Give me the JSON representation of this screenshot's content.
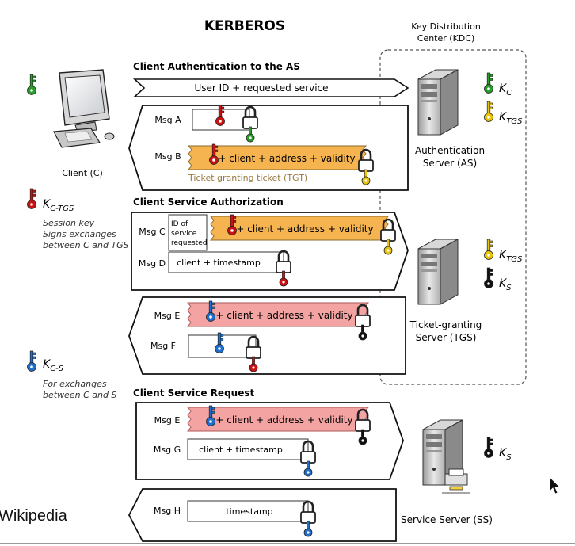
{
  "title": "KERBEROS",
  "kdc_label": [
    "Key Distribution",
    "Center (KDC)"
  ],
  "sections": {
    "as": "Client Authentication to the AS",
    "tgs": "Client Service Authorization",
    "ss": "Client Service Request"
  },
  "arrow1_text": "User ID + requested service",
  "msgs": {
    "A": "Msg A",
    "B": "Msg B",
    "C": "Msg C",
    "D": "Msg D",
    "E1": "Msg E",
    "F": "Msg F",
    "E2": "Msg E",
    "G": "Msg G",
    "H": "Msg H"
  },
  "ticket_text": "+ client + address + validity",
  "tgt_label": "Ticket granting ticket (TGT)",
  "service_id": [
    "ID of",
    "service",
    "requested"
  ],
  "client_timestamp": "client + timestamp",
  "timestamp": "timestamp",
  "client": {
    "label": "Client (C)",
    "session_key": "K",
    "session_key_sub": "C-TGS",
    "session_desc": [
      "Session key",
      "Signs exchanges",
      "between C and TGS"
    ],
    "cs_key": "K",
    "cs_key_sub": "C-S",
    "cs_desc": [
      "For exchanges",
      "between C and S"
    ]
  },
  "servers": {
    "as_label": [
      "Authentication",
      "Server (AS)"
    ],
    "tgs_label": [
      "Ticket-granting",
      "Server (TGS)"
    ],
    "ss_label": "Service Server (SS)"
  },
  "keys": {
    "kc": "K",
    "kc_sub": "C",
    "ktgs": "K",
    "ktgs_sub": "TGS",
    "ks": "K",
    "ks_sub": "S"
  },
  "watermark": "Wikipedia",
  "colors": {
    "green": "#2a9d2a",
    "yellow": "#e8c40c",
    "red": "#cc1111",
    "blue": "#1f6fd1",
    "black": "#111111",
    "tgt_fill": "#f6b450",
    "st_fill": "#f4a3a3"
  },
  "icons": [
    "computer-icon",
    "server-icon",
    "key-icon",
    "padlock-icon",
    "mouse-cursor-icon"
  ]
}
